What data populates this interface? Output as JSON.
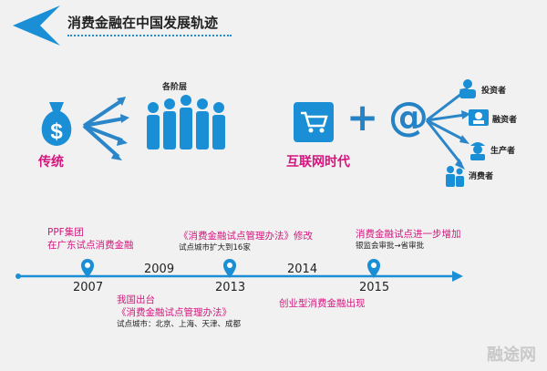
{
  "title": "消费金融在中国发展轨迹",
  "traditional": {
    "label": "传统",
    "people_label": "各阶层",
    "money_symbol": "$"
  },
  "internet": {
    "label": "互联网时代",
    "plus": "+",
    "at": "@",
    "roles": [
      "投资者",
      "融资者",
      "生产者",
      "消费者"
    ]
  },
  "timeline": {
    "years": [
      "2007",
      "2009",
      "2013",
      "2014",
      "2015"
    ],
    "events_top": [
      {
        "lines": [
          "PPF集团",
          "在广东试点消费金融"
        ],
        "sub": ""
      },
      {
        "lines": [
          "《消费金融试点管理办法》修改"
        ],
        "sub": "试点城市扩大到16家"
      },
      {
        "lines": [
          "消费金融试点进一步增加"
        ],
        "sub": "银监会审批→省审批"
      }
    ],
    "events_bottom": [
      {
        "lines": [
          "我国出台",
          "《消费金融试点管理办法》"
        ],
        "sub": "试点城市：北京、上海、天津、成都"
      },
      {
        "lines": [
          "创业型消费金融出现"
        ],
        "sub": ""
      }
    ]
  },
  "watermark": "融途网",
  "colors": {
    "blue": "#1a8fd6",
    "magenta": "#d4157e",
    "arrow": "#2a86c9"
  }
}
